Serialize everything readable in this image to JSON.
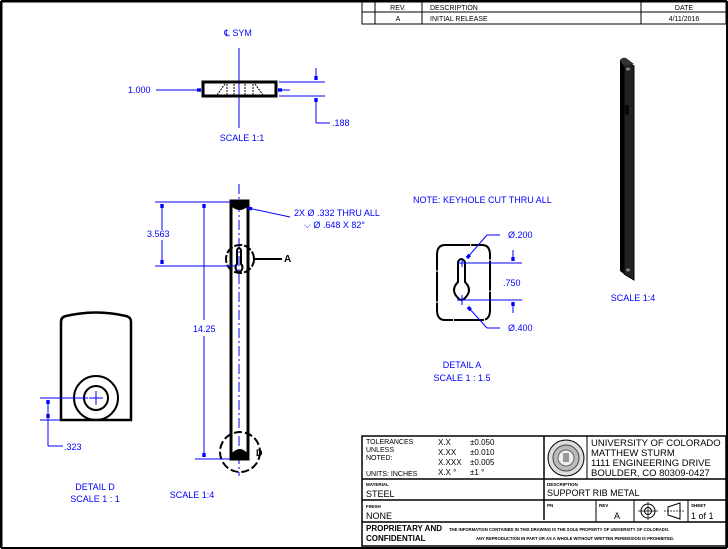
{
  "revision_block": {
    "headers": {
      "rev": "REV.",
      "description": "DESCRIPTION",
      "date": "DATE"
    },
    "rows": [
      {
        "rev": "A",
        "description": "INITIAL RELEASE",
        "date": "4/11/2016"
      }
    ]
  },
  "views": {
    "top_view": {
      "centerline_label": "℄ SYM",
      "width_dim": "1.000",
      "thickness_dim": ".188",
      "scale": "SCALE 1:1"
    },
    "front_view": {
      "hole_callout_line1": "2X  Ø .332 THRU ALL",
      "hole_callout_line2": "⌵  Ø .648 X 82°",
      "dim_to_keyhole": "3.563",
      "overall_length": "14.25",
      "detail_a_marker": "A",
      "detail_d_marker": "D",
      "scale": "SCALE 1:4"
    },
    "detail_a": {
      "note": "NOTE: KEYHOLE CUT THRU ALL",
      "small_dia": "Ø.200",
      "large_dia": "Ø.400",
      "spacing": ".750",
      "title": "DETAIL A",
      "scale": "SCALE 1 : 1.5"
    },
    "detail_d": {
      "edge_dim": ".323",
      "title": "DETAIL D",
      "scale": "SCALE 1 : 1"
    },
    "iso_view": {
      "scale": "SCALE 1:4"
    }
  },
  "title_block": {
    "tolerances": {
      "label_line1": "TOLERANCES",
      "label_line2": "UNLESS",
      "label_line3": "NOTED:",
      "units": "UNITS: INCHES",
      "rows": [
        {
          "format": "X.X",
          "tol": "±0.050"
        },
        {
          "format": "X.XX",
          "tol": "±0.010"
        },
        {
          "format": "X.XXX",
          "tol": "±0.005"
        },
        {
          "format": "X.X °",
          "tol": "±1 °"
        }
      ]
    },
    "organization": {
      "line1": "UNIVERSITY OF COLORADO",
      "line2": "MATTHEW STURM",
      "line3": "1111 ENGINEERING DRIVE",
      "line4": "BOULDER, CO 80309-0427"
    },
    "material_label": "MATERIAL",
    "material": "STEEL",
    "finish_label": "FINISH",
    "finish": "NONE",
    "description_label": "DESCRIPTION",
    "description": "SUPPORT RIB METAL",
    "pn_label": "PN",
    "pn": "",
    "rev_label": "REV",
    "rev": "A",
    "sheet_label": "SHEET",
    "sheet": "1 of 1",
    "proprietary_title_1": "PROPRIETARY AND",
    "proprietary_title_2": "CONFIDENTIAL",
    "proprietary_text_1": "THE INFORMATION CONTAINED IN THIS DRAWING IS THE SOLE PROPERTY OF UNIVERSITY OF COLORADO.",
    "proprietary_text_2": "ANY REPRODUCTION IN PART OR AS A WHOLE WITHOUT WRITTEN PERMISSION IS PROHIBITED."
  }
}
